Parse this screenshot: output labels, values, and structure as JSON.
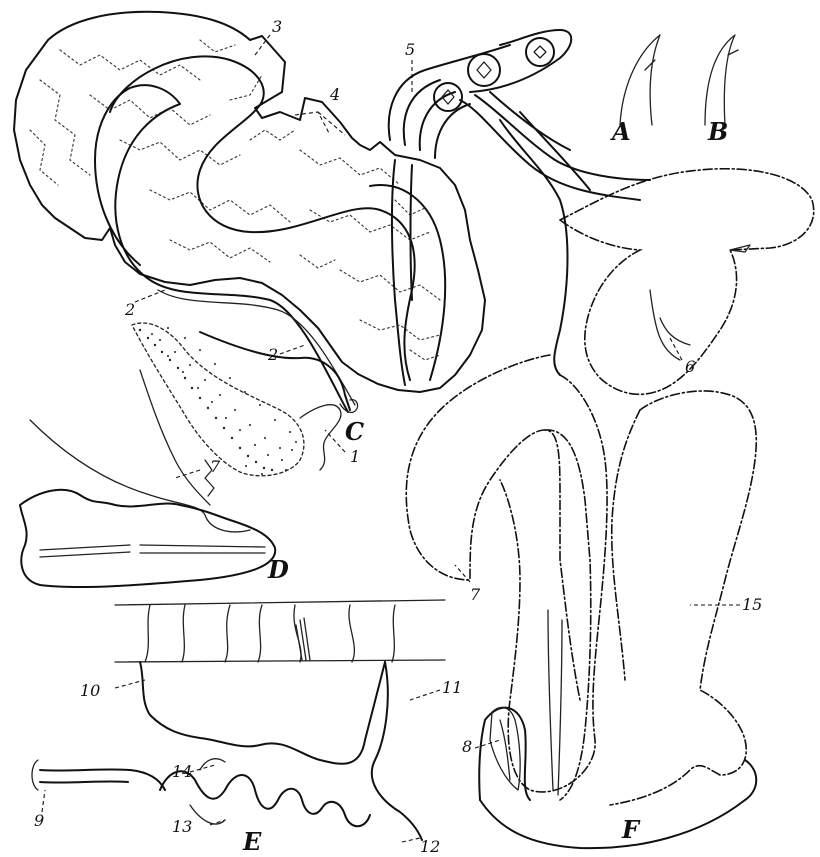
{
  "figure": {
    "letters": {
      "A": "A",
      "B": "B",
      "C": "C",
      "D": "D",
      "E": "E",
      "F": "F"
    },
    "numbers": {
      "n1": "1",
      "n2a": "2",
      "n2b": "2",
      "n3": "3",
      "n4": "4",
      "n5": "5",
      "n6": "6",
      "n7a": "7",
      "n7b": "7",
      "n8": "8",
      "n9": "9",
      "n10": "10",
      "n11": "11",
      "n12": "12",
      "n13": "13",
      "n14": "14",
      "n15": "15"
    }
  }
}
